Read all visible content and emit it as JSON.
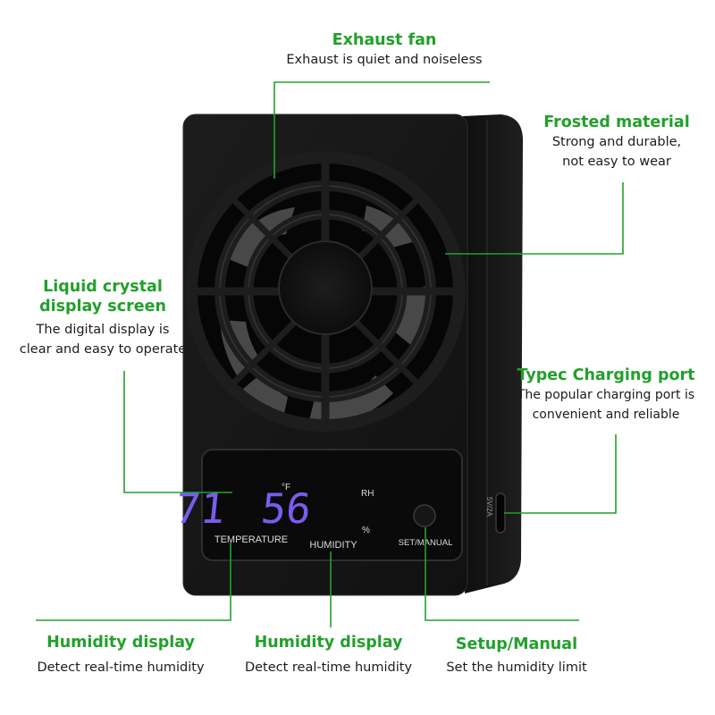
{
  "annotations": {
    "exhaust_fan": {
      "title": "Exhaust fan",
      "desc": "Exhaust is quiet and noiseless"
    },
    "frosted": {
      "title": "Frosted material",
      "desc_1": "Strong and durable,",
      "desc_2": "not easy to wear"
    },
    "lcd": {
      "title_1": "Liquid crystal",
      "title_2": "display screen",
      "desc_1": "The digital display is",
      "desc_2": "clear and easy to operate"
    },
    "typec": {
      "title": "Typec Charging port",
      "desc_1": "The popular charging port is",
      "desc_2": "convenient and reliable"
    },
    "humidity_left": {
      "title": "Humidity display",
      "desc": "Detect real-time humidity"
    },
    "humidity_center": {
      "title": "Humidity display",
      "desc": "Detect real-time humidity"
    },
    "setup": {
      "title": "Setup/Manual",
      "desc": "Set the humidity limit"
    }
  },
  "device": {
    "temperature_value": "71",
    "temperature_unit": "°F",
    "temperature_label": "TEMPERATURE",
    "humidity_value": "56",
    "humidity_unit_top": "RH",
    "humidity_unit_bottom": "%",
    "humidity_label": "HUMIDITY",
    "button_label": "SET/MANUAL",
    "port_label": "5V/2A"
  },
  "colors": {
    "accent_green": "#22a02b",
    "display_digits": "#7a5cf0",
    "device_body": "#151515"
  }
}
